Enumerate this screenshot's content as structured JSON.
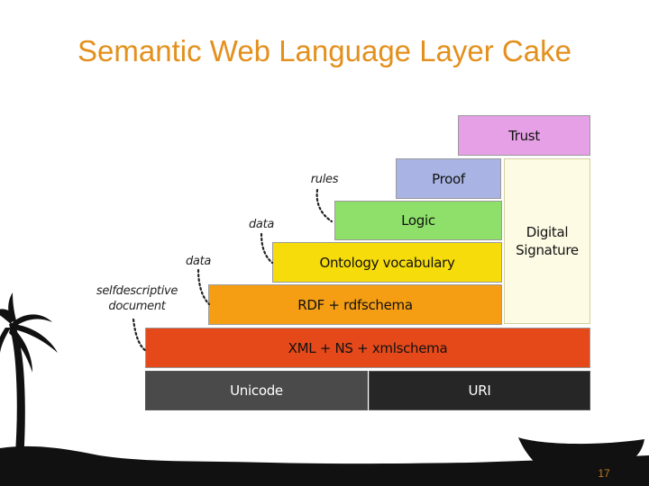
{
  "slide": {
    "title": "Semantic Web Language Layer Cake",
    "page_number": "17"
  },
  "layers": {
    "trust": "Trust",
    "proof": "Proof",
    "logic": "Logic",
    "ontology": "Ontology vocabulary",
    "rdf": "RDF + rdfschema",
    "xml": "XML + NS + xmlschema",
    "unicode": "Unicode",
    "uri": "URI",
    "digital_signature": "Digital\nSignature"
  },
  "annotations": {
    "rules": "rules",
    "data_upper": "data",
    "data_lower": "data",
    "selfdescriptive": "selfdescriptive\ndocument"
  },
  "colors": {
    "title": "#e3901c",
    "trust": "#e6a0e6",
    "proof": "#a9b4e4",
    "logic": "#8ee06a",
    "ontology": "#f6dc0a",
    "rdf": "#f59e14",
    "xml": "#e5491a",
    "unicode": "#4a4a4a",
    "uri": "#262626",
    "digital_signature": "#fefbe4"
  },
  "decorations": [
    "palm-tree-silhouette",
    "ground-silhouette",
    "canoe-silhouette"
  ]
}
